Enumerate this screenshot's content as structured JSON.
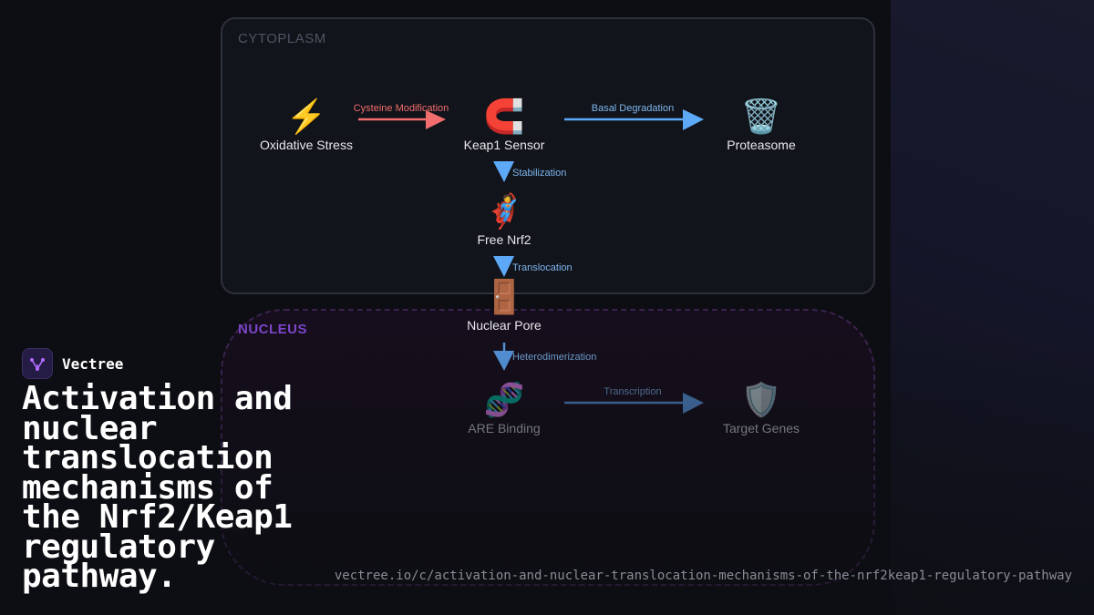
{
  "diagram": {
    "regions": {
      "cytoplasm": "CYTOPLASM",
      "nucleus": "NUCLEUS"
    },
    "nodes": {
      "oxidative_stress": {
        "icon": "high-voltage",
        "glyph": "⚡",
        "label": "Oxidative Stress"
      },
      "keap1_sensor": {
        "icon": "magnet",
        "glyph": "🧲",
        "label": "Keap1 Sensor"
      },
      "proteasome": {
        "icon": "wastebasket",
        "glyph": "🗑️",
        "label": "Proteasome"
      },
      "free_nrf2": {
        "icon": "superhero",
        "glyph": "🦸",
        "label": "Free Nrf2"
      },
      "nuclear_pore": {
        "icon": "door",
        "glyph": "🚪",
        "label": "Nuclear Pore"
      },
      "are_binding": {
        "icon": "dna",
        "glyph": "🧬",
        "label": "ARE Binding"
      },
      "target_genes": {
        "icon": "shield",
        "glyph": "🛡️",
        "label": "Target Genes"
      }
    },
    "edges": {
      "cysteine_modification": {
        "label": "Cysteine Modification",
        "color": "#f26d6d"
      },
      "basal_degradation": {
        "label": "Basal Degradation",
        "color": "#5ea9f7"
      },
      "stabilization": {
        "label": "Stabilization",
        "color": "#5ea9f7"
      },
      "translocation": {
        "label": "Translocation",
        "color": "#5ea9f7"
      },
      "heterodimerization": {
        "label": "Heterodimerization",
        "color": "#5ea9f7"
      },
      "transcription": {
        "label": "Transcription",
        "color": "#5ea9f7"
      }
    },
    "colors": {
      "cytoplasm_label": "#4e5563",
      "nucleus_label": "#7b45c9"
    }
  },
  "brand": {
    "name": "Vectree",
    "logo_icon": "vectree-logo"
  },
  "headline": "Activation and nuclear translocation mechanisms of the Nrf2/Keap1 regulatory pathway.",
  "url": "vectree.io/c/activation-and-nuclear-translocation-mechanisms-of-the-nrf2keap1-regulatory-pathway"
}
